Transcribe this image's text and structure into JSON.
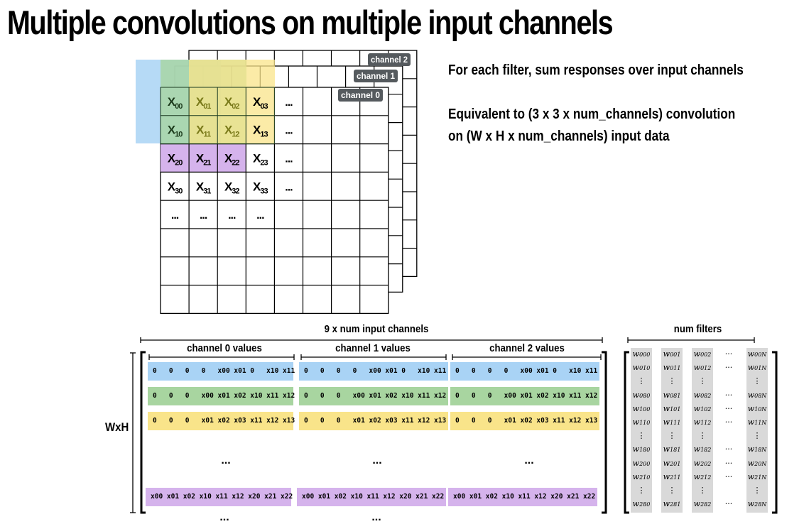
{
  "title": "Multiple convolutions on multiple input channels",
  "notes": {
    "line1": "For each filter, sum responses over input channels",
    "line2": "Equivalent to (3 x 3 x num_channels) convolution",
    "line3": "on (W x H x num_channels) input data"
  },
  "channel_tags": [
    "channel 2",
    "channel 1",
    "channel 0"
  ],
  "grid": {
    "labels": [
      [
        {
          "b": "X",
          "s": "00"
        },
        {
          "b": "X",
          "s": "01"
        },
        {
          "b": "X",
          "s": "02"
        },
        {
          "b": "X",
          "s": "03"
        },
        {
          "b": "...",
          "s": ""
        }
      ],
      [
        {
          "b": "X",
          "s": "10"
        },
        {
          "b": "X",
          "s": "11"
        },
        {
          "b": "X",
          "s": "12"
        },
        {
          "b": "X",
          "s": "13"
        },
        {
          "b": "...",
          "s": ""
        }
      ],
      [
        {
          "b": "X",
          "s": "20"
        },
        {
          "b": "X",
          "s": "21"
        },
        {
          "b": "X",
          "s": "22"
        },
        {
          "b": "X",
          "s": "23"
        },
        {
          "b": "...",
          "s": ""
        }
      ],
      [
        {
          "b": "X",
          "s": "30"
        },
        {
          "b": "X",
          "s": "31"
        },
        {
          "b": "X",
          "s": "32"
        },
        {
          "b": "X",
          "s": "33"
        },
        {
          "b": "...",
          "s": ""
        }
      ],
      [
        {
          "b": "...",
          "s": ""
        },
        {
          "b": "...",
          "s": ""
        },
        {
          "b": "...",
          "s": ""
        },
        {
          "b": "...",
          "s": ""
        },
        {
          "b": "",
          "s": ""
        }
      ]
    ],
    "colors": {
      "blue": "#a9d3f5",
      "green": "#a8d5a0",
      "yellow": "#f9e48a",
      "purple": "#d5b3ec"
    }
  },
  "matrix": {
    "header": "9 x num input channels",
    "channel_headers": [
      "channel 0 values",
      "channel 1 values",
      "channel 2 values"
    ],
    "row_label": "WxH",
    "rows": [
      {
        "color": "#a9d3f5",
        "text": "0   0   0   0   x00 x01 0   x10 x11"
      },
      {
        "color": "#a8d5a0",
        "text": "0   0   0   x00 x01 x02 x10 x11 x12"
      },
      {
        "color": "#f9e48a",
        "text": "0   0   0   x01 x02 x03 x11 x12 x13"
      },
      {
        "color": "#d5b3ec",
        "text": "x00 x01 x02 x10 x11 x12 x20 x21 x22"
      }
    ],
    "ellipsis": "..."
  },
  "filters": {
    "header": "num filters",
    "cells": [
      [
        "w000",
        "w001",
        "w002",
        "···",
        "w00N"
      ],
      [
        "w010",
        "w011",
        "w012",
        "···",
        "w01N"
      ],
      [
        "⋮",
        "⋮",
        "⋮",
        "",
        "⋮"
      ],
      [
        "w080",
        "w081",
        "w082",
        "···",
        "w08N"
      ],
      [
        "w100",
        "w101",
        "w102",
        "···",
        "w10N"
      ],
      [
        "w110",
        "w111",
        "w112",
        "···",
        "w11N"
      ],
      [
        "⋮",
        "⋮",
        "⋮",
        "",
        "⋮"
      ],
      [
        "w180",
        "w181",
        "w182",
        "···",
        "w18N"
      ],
      [
        "w200",
        "w201",
        "w202",
        "···",
        "w20N"
      ],
      [
        "w210",
        "w211",
        "w212",
        "···",
        "w21N"
      ],
      [
        "⋮",
        "⋮",
        "⋮",
        "",
        "⋮"
      ],
      [
        "w280",
        "w281",
        "w282",
        "···",
        "w28N"
      ]
    ]
  }
}
